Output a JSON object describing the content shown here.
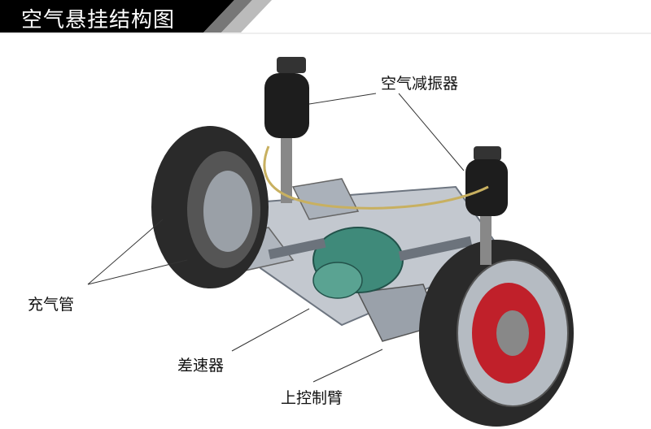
{
  "title": "空气悬挂结构图",
  "labels": {
    "air_shock": "空气减振器",
    "air_pipe": "充气管",
    "differential": "差速器",
    "upper_control_arm": "上控制臂"
  },
  "colors": {
    "title_bg": "#000000",
    "tire": "#2a2a2a",
    "frame": "#b9bfc6",
    "differential": "#3f8a7a",
    "brake": "#c0202a"
  }
}
